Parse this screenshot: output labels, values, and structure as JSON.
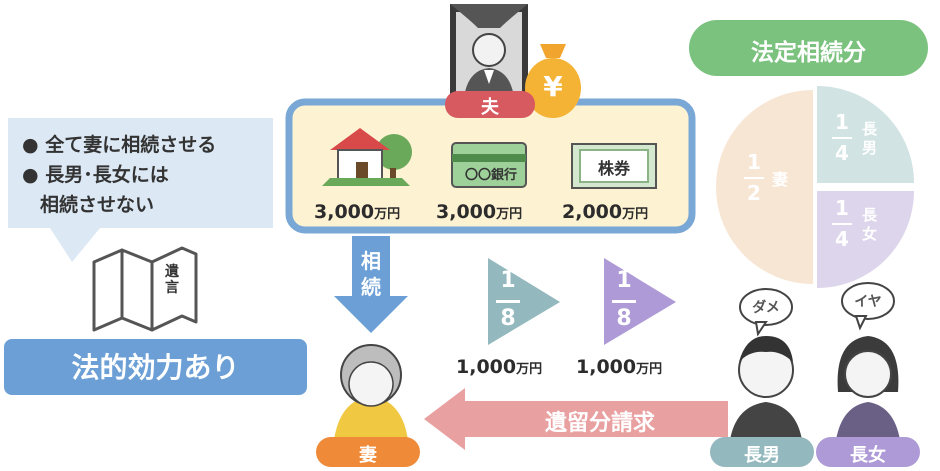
{
  "colors": {
    "estate_fill": "#fdf3d2",
    "estate_border": "#7aa8d6",
    "blue": "#6b9fd6",
    "red_label": "#d85a61",
    "orange_label": "#ee8a38",
    "teal": "#93b8bd",
    "purple": "#ad9ad6",
    "pink_arrow": "#e9a0a0",
    "green_pill": "#7cc27f",
    "note_bg": "#dce9f5",
    "pie_base": "#f8e6d4",
    "pie_teal": "#d2e3e3",
    "pie_purple": "#ddd5eb"
  },
  "icons": [
    "husband-portrait-icon",
    "money-bag-yen-icon",
    "house-icon",
    "bank-book-icon",
    "stock-certificate-icon",
    "will-document-icon",
    "wife-icon",
    "son-icon",
    "daughter-icon"
  ],
  "husband": {
    "label": "夫",
    "bag_symbol": "¥"
  },
  "assets": [
    {
      "name": "house",
      "amount": "3,000",
      "unit": "万円"
    },
    {
      "name": "bank",
      "amount": "3,000",
      "unit": "万円",
      "caption": "〇〇銀行"
    },
    {
      "name": "stock",
      "amount": "2,000",
      "unit": "万円",
      "caption": "株券"
    }
  ],
  "inherit_arrow_label": "相続",
  "note": {
    "line1": "● 全て妻に相続させる",
    "line2": "● 長男･長女には",
    "line3": "相続させない"
  },
  "will_label": "遺言",
  "legal_effect": "法的効力あり",
  "wife_label": "妻",
  "shares": [
    {
      "num": "1",
      "den": "8",
      "amount": "1,000",
      "unit": "万円"
    },
    {
      "num": "1",
      "den": "8",
      "amount": "1,000",
      "unit": "万円"
    }
  ],
  "claim_arrow_label": "遺留分請求",
  "son": {
    "label": "長男",
    "speech": "ダメ"
  },
  "daughter": {
    "label": "長女",
    "speech": "イヤ"
  },
  "legal_share": {
    "title": "法定相続分",
    "wife": {
      "num": "1",
      "den": "2",
      "label": "妻"
    },
    "son": {
      "num": "1",
      "den": "4",
      "label": "長男"
    },
    "daughter": {
      "num": "1",
      "den": "4",
      "label": "長女"
    }
  }
}
